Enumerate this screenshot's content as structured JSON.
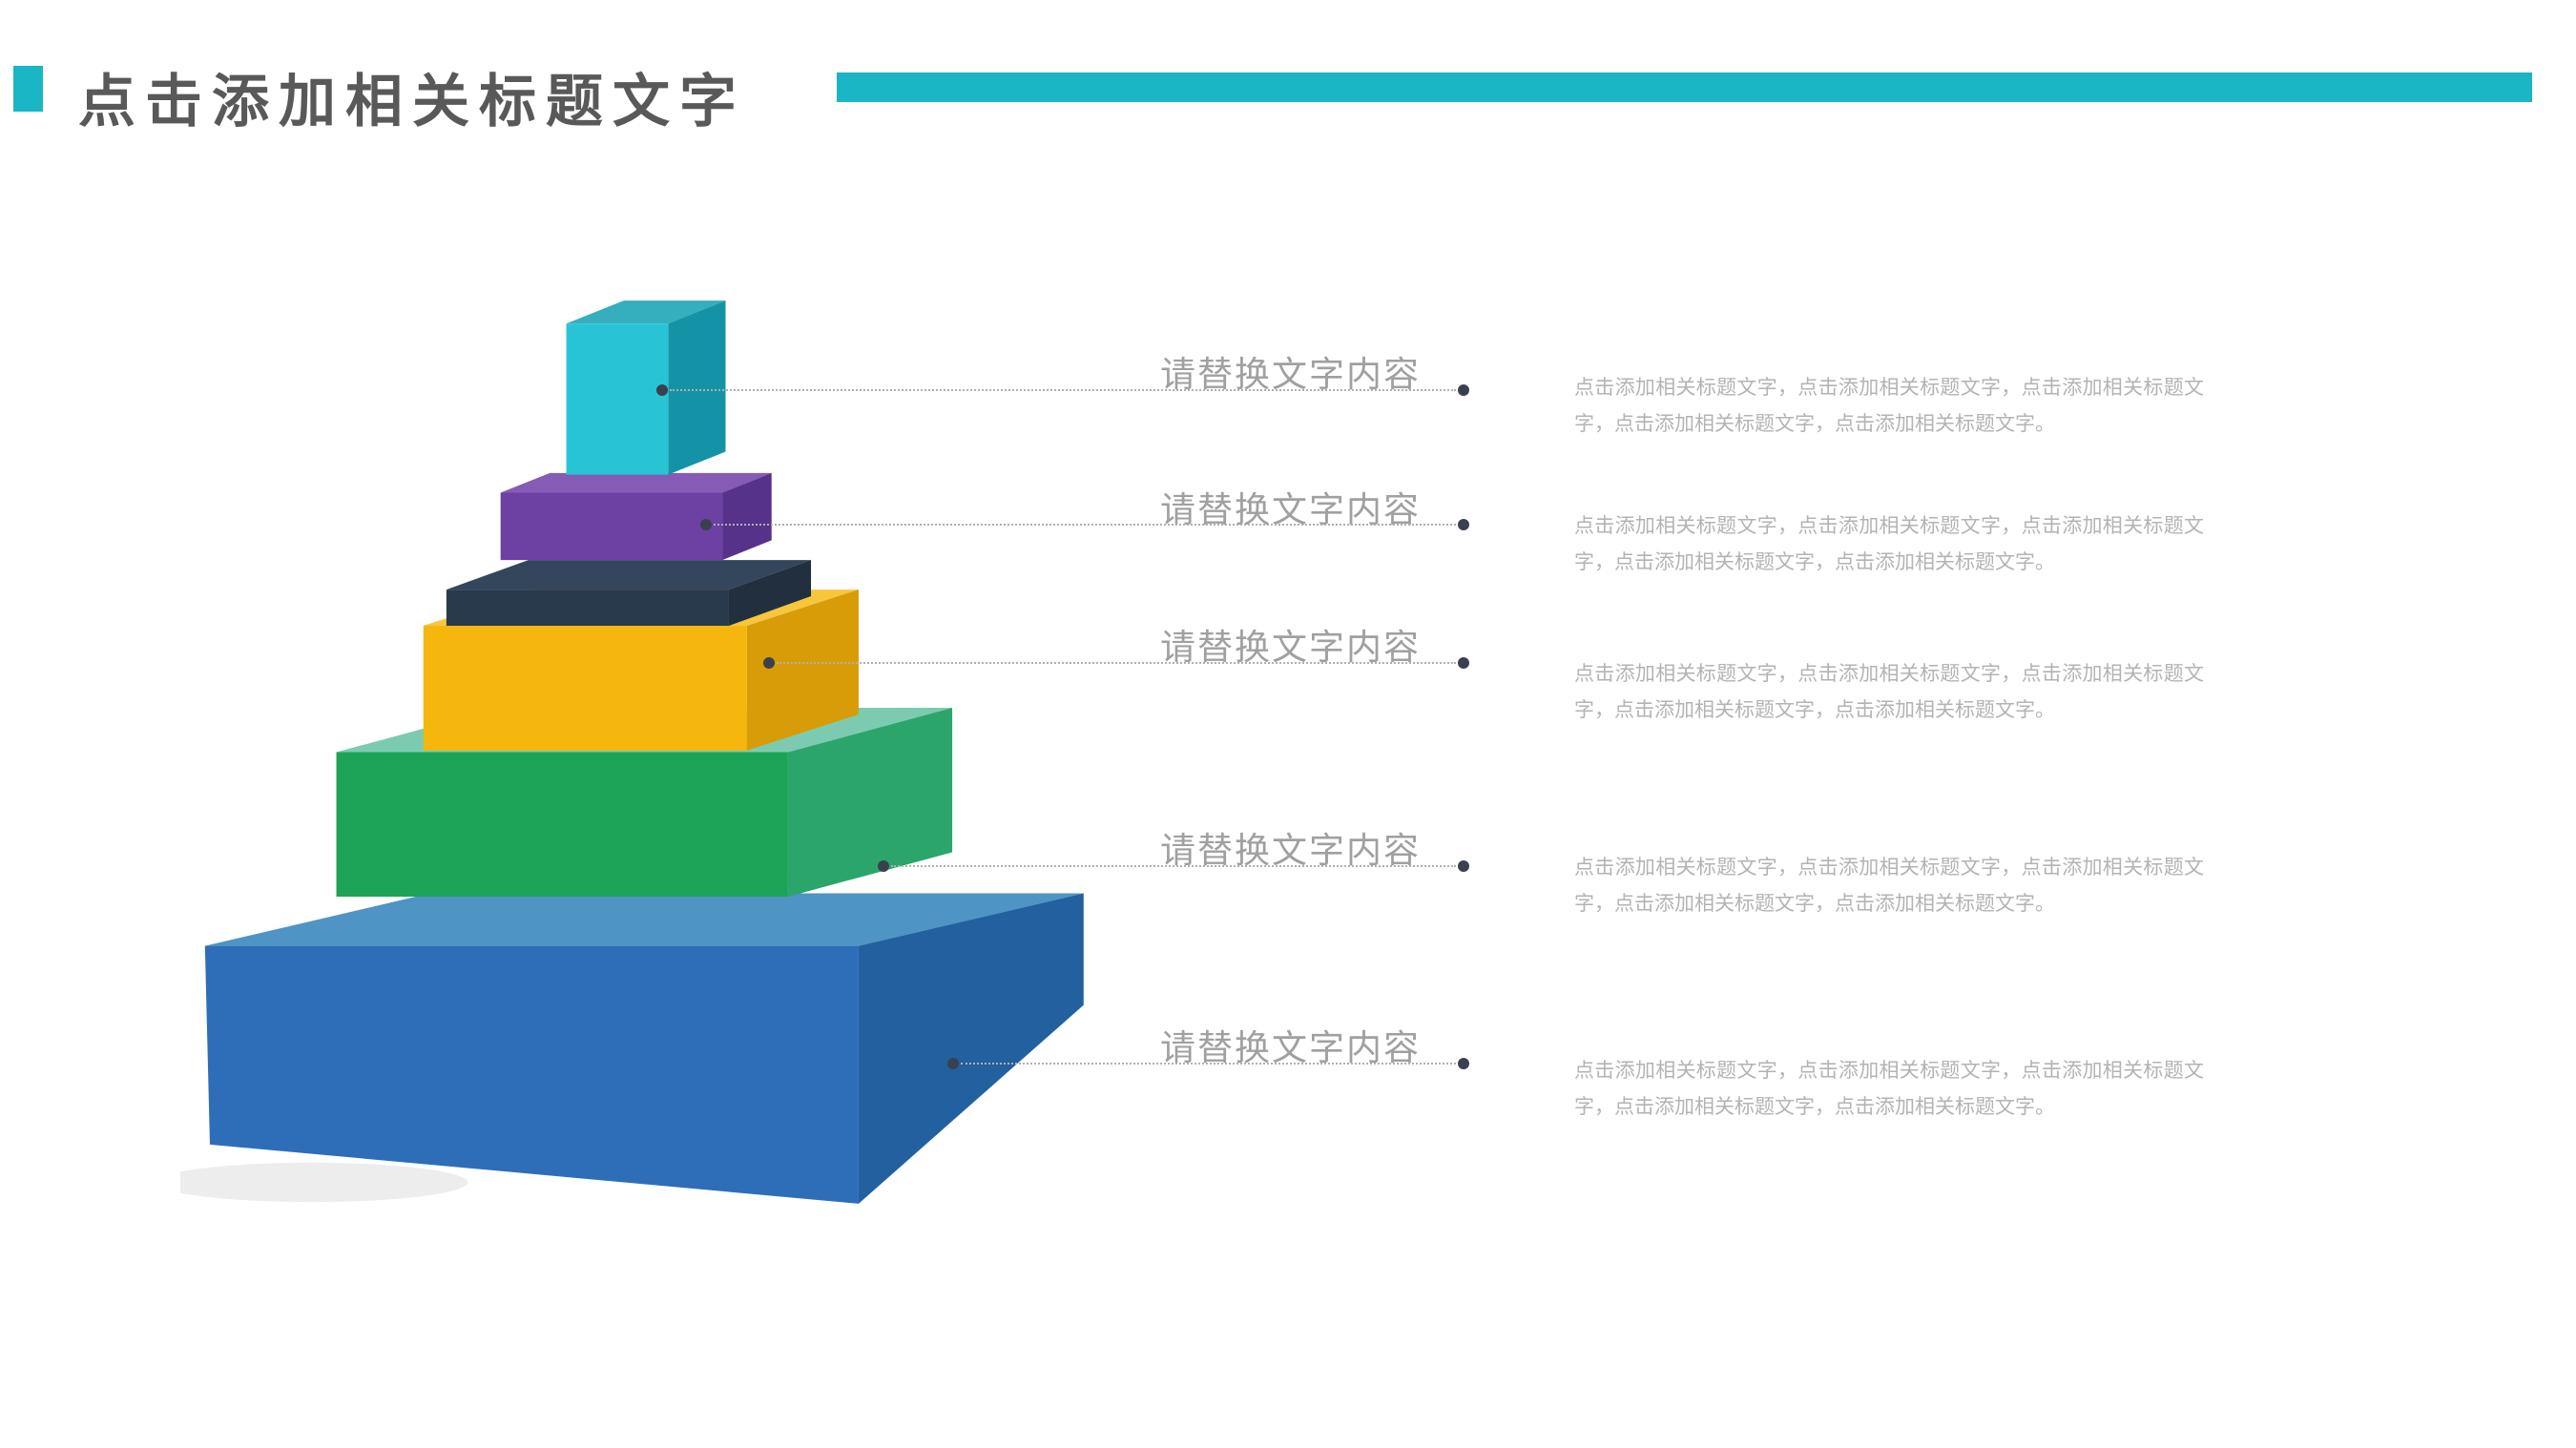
{
  "slide": {
    "title": "点击添加相关标题文字",
    "accent_color": "#1ab6c5",
    "title_color": "#595959"
  },
  "callouts": [
    {
      "label": "请替换文字内容",
      "body": "点击添加相关标题文字，点击添加相关标题文字，点击添加相关标题文字，点击添加相关标题文字，点击添加相关标题文字。"
    },
    {
      "label": "请替换文字内容",
      "body": "点击添加相关标题文字，点击添加相关标题文字，点击添加相关标题文字，点击添加相关标题文字，点击添加相关标题文字。"
    },
    {
      "label": "请替换文字内容",
      "body": "点击添加相关标题文字，点击添加相关标题文字，点击添加相关标题文字，点击添加相关标题文字，点击添加相关标题文字。"
    },
    {
      "label": "请替换文字内容",
      "body": "点击添加相关标题文字，点击添加相关标题文字，点击添加相关标题文字，点击添加相关标题文字，点击添加相关标题文字。"
    },
    {
      "label": "请替换文字内容",
      "body": "点击添加相关标题文字，点击添加相关标题文字，点击添加相关标题文字，点击添加相关标题文字，点击添加相关标题文字。"
    }
  ],
  "pyramid": {
    "levels": [
      {
        "id": "level-1-teal",
        "front": "#29c3d6",
        "side": "#1593a6",
        "top": "#35aebd"
      },
      {
        "id": "level-2-purple",
        "front": "#6d40a4",
        "side": "#56328a",
        "top": "#855bb5"
      },
      {
        "id": "level-3-navy",
        "front": "#2a3a4d",
        "side": "#222f3f",
        "top": "#33465c"
      },
      {
        "id": "level-4-yellow",
        "front": "#f5b60d",
        "side": "#d89c08",
        "top": "#f7c63d"
      },
      {
        "id": "level-5-green",
        "front": "#1da358",
        "side": "#2ca56c",
        "top": "#7ccbb0"
      },
      {
        "id": "level-6-blue",
        "front": "#2e6eb8",
        "side": "#23609f",
        "top": "#4e94c4"
      }
    ]
  }
}
